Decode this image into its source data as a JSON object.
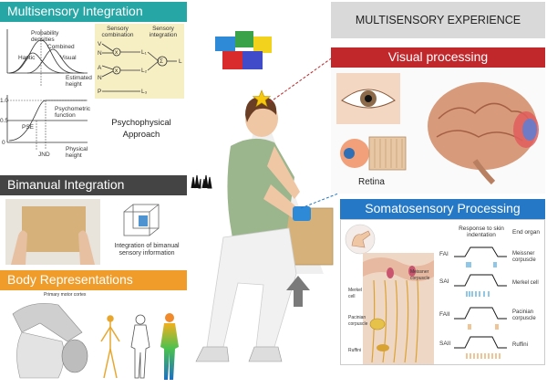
{
  "colors": {
    "teal": "#27a6a6",
    "dark_gray": "#444444",
    "orange": "#ef9c2a",
    "red": "#c0282c",
    "blue": "#2478c5",
    "light_gray": "#d9d9d9",
    "yellow": "#f7efc4",
    "shirt": "#9bb58c",
    "dashed_red": "#c0282c"
  },
  "multisensory": {
    "title": "Multisensory Integration",
    "approach_line1": "Psychophysical",
    "approach_line2": "Approach",
    "sensory_combination": "Sensory combination",
    "sensory_integration": "Sensory integration",
    "labels": {
      "v": "V",
      "n": "N",
      "a": "A",
      "p": "P",
      "l1": "L₁",
      "l2": "L₂",
      "l3": "L₃",
      "l": "L",
      "x": "x",
      "sigma": "Σ"
    },
    "graph_labels": [
      "Probability densities",
      "Combined",
      "Haptic",
      "Visual",
      "Estimated height",
      "Psychometric function",
      "Physical height",
      "1.0",
      "0.5",
      "0",
      "PSE",
      "JND"
    ]
  },
  "bimanual": {
    "title": "Bimanual Integration",
    "caption_line1": "Integration of bimanual",
    "caption_line2": "sensory information"
  },
  "body": {
    "title": "Body Representations",
    "cortex_label": "Primary motor cortex"
  },
  "experience": {
    "title": "MULTISENSORY EXPERIENCE"
  },
  "visual": {
    "title": "Visual processing",
    "retina": "Retina"
  },
  "soma": {
    "title": "Somatosensory Processing",
    "response_header_line1": "Response to skin",
    "response_header_line2": "indentation",
    "end_organ": "End organ",
    "rows": [
      {
        "type": "FAI",
        "organ_line1": "Meissner",
        "organ_line2": "corpuscle"
      },
      {
        "type": "SAI",
        "organ_line1": "Merkel cell",
        "organ_line2": ""
      },
      {
        "type": "FAII",
        "organ_line1": "Pacinian",
        "organ_line2": "corpuscle"
      },
      {
        "type": "SAII",
        "organ_line1": "Ruffini",
        "organ_line2": ""
      }
    ],
    "skin_labels": [
      "Meissner corpuscle",
      "Merkel cell",
      "Pacinian corpuscle",
      "Ruffini"
    ]
  }
}
